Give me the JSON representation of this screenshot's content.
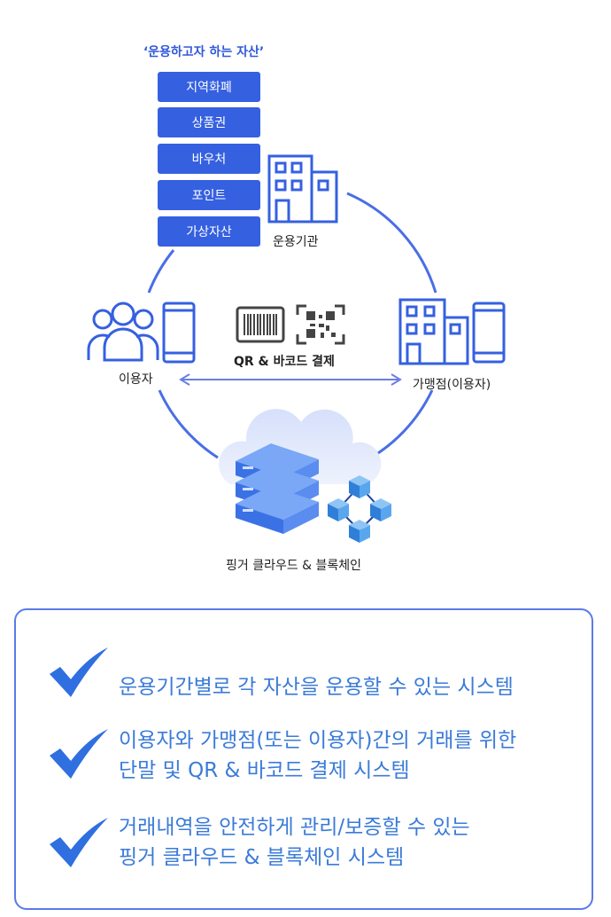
{
  "assets": {
    "title": "‘운용하고자 하는 자산’",
    "items": [
      "지역화폐",
      "상품권",
      "바우처",
      "포인트",
      "가상자산"
    ]
  },
  "nodes": {
    "operator": "운용기관",
    "user": "이용자",
    "merchant": "가맹점(이용자)",
    "payment": "QR & 바코드 결제",
    "cloud": "핑거 클라우드 & 블록체인"
  },
  "features": [
    {
      "lines": [
        "운용기간별로 각 자산을 운용할 수 있는 시스템"
      ]
    },
    {
      "lines": [
        "이용자와 가맹점(또는 이용자)간의 거래를 위한",
        "단말 및 QR & 바코드 결제 시스템"
      ]
    },
    {
      "lines": [
        "거래내역을 안전하게 관리/보증할 수 있는",
        "핑거 클라우드 & 블록체인 시스템"
      ]
    }
  ],
  "colors": {
    "accent": "#3560e0",
    "line": "#4a6ee6",
    "feature_text": "#3b7bd8",
    "check": "#2f6fe0"
  }
}
